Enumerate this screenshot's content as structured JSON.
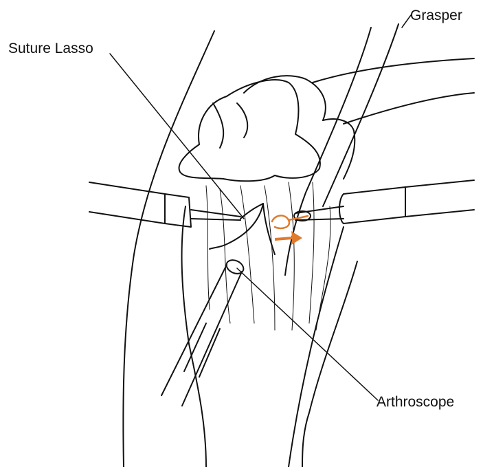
{
  "labels": {
    "suture_lasso": "Suture Lasso",
    "grasper": "Grasper",
    "arthroscope": "Arthroscope"
  },
  "colors": {
    "line": "#111111",
    "accent": "#e07a2c",
    "background": "#ffffff"
  }
}
